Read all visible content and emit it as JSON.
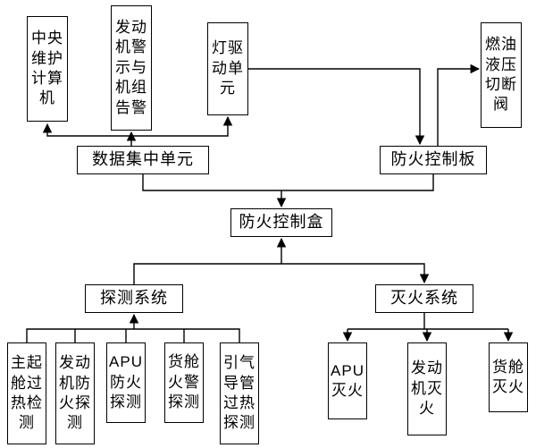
{
  "diagram": {
    "type": "block-diagram",
    "colors": {
      "line": "#000000",
      "box_border": "#000000",
      "background": "#ffffff",
      "text": "#000000"
    }
  },
  "nodes": {
    "cmc": {
      "label": "中央\n维护\n计算\n机"
    },
    "eicas": {
      "label": "发动\n机警\n示与\n机组\n告警"
    },
    "ldu": {
      "label": "灯驱\n动单\n元"
    },
    "valve": {
      "label": "燃油\n液压\n切断\n阀"
    },
    "dcu": {
      "label": "数据集中单元"
    },
    "panel": {
      "label": "防火控制板"
    },
    "fcbox": {
      "label": "防火控制盒"
    },
    "detect_sys": {
      "label": "探测系统"
    },
    "ext_sys": {
      "label": "灭火系统"
    },
    "d1": {
      "label": "主起\n舱过\n热检\n测"
    },
    "d2": {
      "label": "发动\n机防\n火探\n测"
    },
    "d3": {
      "label": "APU\n防火\n探测"
    },
    "d4": {
      "label": "货舱\n火警\n探测"
    },
    "d5": {
      "label": "引气\n导管\n过热\n探测"
    },
    "e1": {
      "label": "APU\n灭火"
    },
    "e2": {
      "label": "发动\n机灭\n火"
    },
    "e3": {
      "label": "货舱\n灭火"
    }
  }
}
